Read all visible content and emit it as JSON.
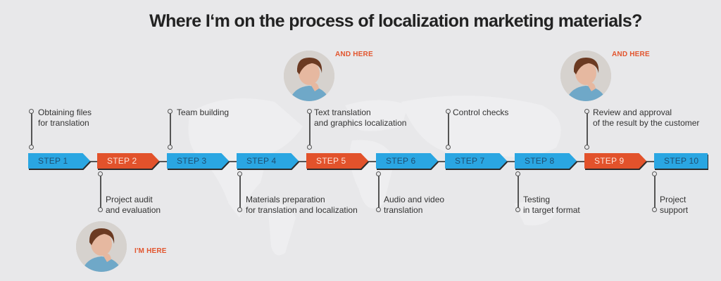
{
  "title": "Where I‘m on the process of localization marketing materials?",
  "colors": {
    "background": "#e8e8ea",
    "step_blue": "#2aa6e2",
    "step_orange": "#e2522b",
    "accent_text": "#e2552e",
    "connector": "#555555"
  },
  "steps": [
    {
      "label": "STEP 1",
      "color": "blue",
      "description": [
        "Obtaining files",
        "for translation"
      ],
      "position": "above"
    },
    {
      "label": "STEP 2",
      "color": "orange",
      "description": [
        "Project audit",
        "and evaluation"
      ],
      "position": "below"
    },
    {
      "label": "STEP 3",
      "color": "blue",
      "description": [
        "Team building"
      ],
      "position": "above"
    },
    {
      "label": "STEP 4",
      "color": "blue",
      "description": [
        "Materials preparation",
        "for translation and localization"
      ],
      "position": "below"
    },
    {
      "label": "STEP 5",
      "color": "orange",
      "description": [
        "Text translation",
        "and graphics localization"
      ],
      "position": "above"
    },
    {
      "label": "STEP 6",
      "color": "blue",
      "description": [
        "Audio and video",
        "translation"
      ],
      "position": "below"
    },
    {
      "label": "STEP 7",
      "color": "blue",
      "description": [
        "Control checks"
      ],
      "position": "above"
    },
    {
      "label": "STEP 8",
      "color": "blue",
      "description": [
        "Testing",
        "in target format"
      ],
      "position": "below"
    },
    {
      "label": "STEP 9",
      "color": "orange",
      "description": [
        "Review and approval",
        "of the result by the customer"
      ],
      "position": "above"
    },
    {
      "label": "STEP 10",
      "color": "blue",
      "description": [
        "Project",
        "support"
      ],
      "position": "below"
    }
  ],
  "markers": [
    {
      "label": "I'M HERE",
      "step": 2
    },
    {
      "label": "AND HERE",
      "step": 5
    },
    {
      "label": "AND HERE",
      "step": 9
    }
  ]
}
